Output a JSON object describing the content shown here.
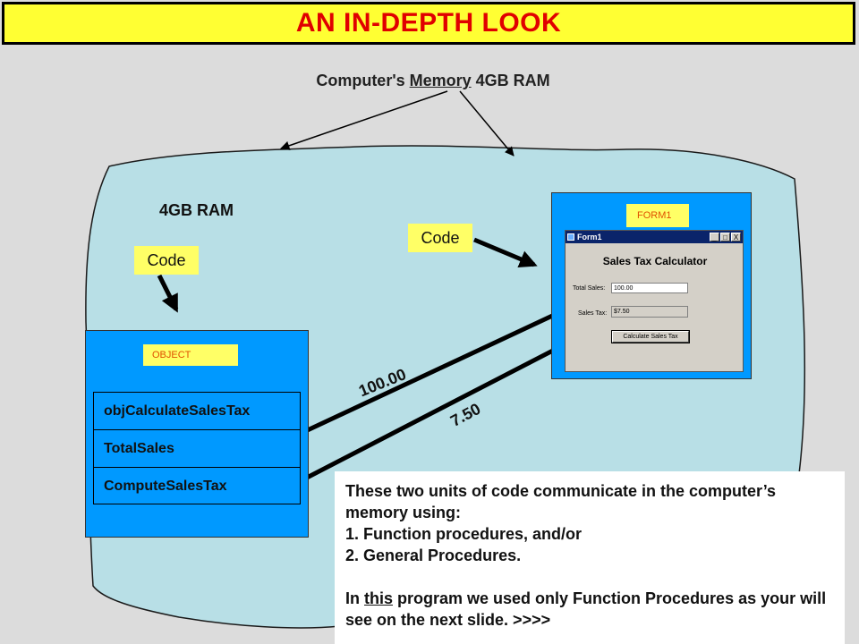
{
  "title": "AN IN-DEPTH LOOK",
  "memory_caption": {
    "before": "Computer's ",
    "underlined": "Memory",
    "after": " 4GB RAM"
  },
  "ram_label": "4GB RAM",
  "code_left": "Code",
  "code_right": "Code",
  "object": {
    "tag": "OBJECT",
    "rows": [
      "objCalculateSalesTax",
      "TotalSales",
      "ComputeSalesTax"
    ]
  },
  "form": {
    "tag": "FORM1",
    "window_title": "Form1",
    "controls": [
      "_",
      "□",
      "X"
    ],
    "heading": "Sales Tax Calculator",
    "total_label": "Total Sales:",
    "total_value": "100.00",
    "tax_label": "Sales Tax:",
    "tax_value": "$7.50",
    "button": "Calculate Sales Tax"
  },
  "values": {
    "sent": "100.00",
    "returned": "7.50"
  },
  "note": {
    "line1": "These two units of code communicate in the computer’s memory using:",
    "item1": "1. Function procedures, and/or",
    "item2": "2. General Procedures.",
    "line2_before": "In ",
    "line2_underlined": "this",
    "line2_after": " program we used only Function Procedures as your will see on the next slide. >>>>"
  },
  "colors": {
    "title_bg": "#ffff33",
    "title_text": "#e00000",
    "memory_blob": "#b8dfe6",
    "box_blue": "#0099ff",
    "tag_yellow": "#ffff66",
    "tag_text": "#e05000"
  }
}
